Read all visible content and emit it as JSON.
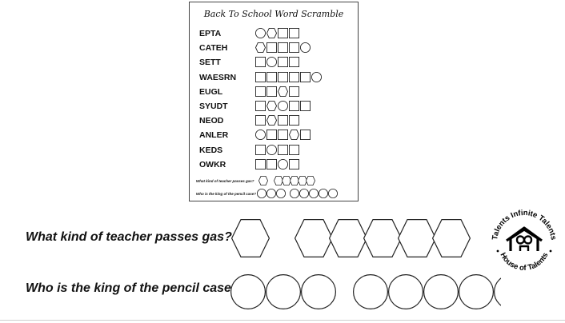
{
  "worksheet": {
    "title": "Back To School Word Scramble",
    "words": [
      {
        "text": "EPTA",
        "shapes": [
          "circle",
          "hexagon",
          "square",
          "square"
        ]
      },
      {
        "text": "CATEH",
        "shapes": [
          "hexagon",
          "square",
          "square",
          "square",
          "circle"
        ]
      },
      {
        "text": "SETT",
        "shapes": [
          "square",
          "circle",
          "square",
          "square"
        ]
      },
      {
        "text": "WAESRN",
        "shapes": [
          "square",
          "square",
          "square",
          "square",
          "square",
          "circle"
        ]
      },
      {
        "text": "EUGL",
        "shapes": [
          "square",
          "square",
          "hexagon",
          "square"
        ]
      },
      {
        "text": "SYUDT",
        "shapes": [
          "square",
          "hexagon",
          "circle",
          "square",
          "square"
        ]
      },
      {
        "text": "NEOD",
        "shapes": [
          "square",
          "hexagon",
          "square",
          "square"
        ]
      },
      {
        "text": "ANLER",
        "shapes": [
          "circle",
          "square",
          "square",
          "hexagon",
          "square"
        ]
      },
      {
        "text": "KEDS",
        "shapes": [
          "square",
          "circle",
          "square",
          "square"
        ]
      },
      {
        "text": "OWKR",
        "shapes": [
          "square",
          "square",
          "circle",
          "square"
        ]
      }
    ],
    "question1": "What kind of teacher passes gas?",
    "question2": "Who is the king of the pencil case?"
  },
  "zoom": {
    "question1": "What kind of teacher passes gas?",
    "question2": "Who is the king of the pencil case?",
    "answer1_groups": [
      1,
      5
    ],
    "answer2_groups": [
      3,
      5
    ]
  },
  "logo": {
    "top_text": "Talents Infinite Talents",
    "bottom_text": "House of Talents"
  }
}
